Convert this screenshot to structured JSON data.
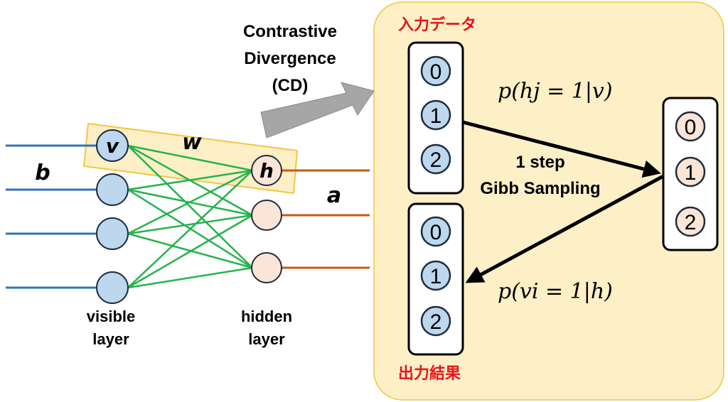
{
  "title": {
    "line1": "Contrastive",
    "line2": "Divergence",
    "line3": "(CD)"
  },
  "network": {
    "weight_label": "w",
    "visible_bias_label": "b",
    "hidden_bias_label": "a",
    "visible_node_label": "v",
    "hidden_node_label": "h",
    "visible_layer_label": [
      "visible",
      "layer"
    ],
    "hidden_layer_label": [
      "hidden",
      "layer"
    ]
  },
  "cd_panel": {
    "input_label": "入力データ",
    "output_label": "出力結果",
    "input_nodes": [
      "0",
      "1",
      "2"
    ],
    "hidden_nodes": [
      "0",
      "1",
      "2"
    ],
    "output_nodes": [
      "0",
      "1",
      "2"
    ],
    "gibbs_label": [
      "1 step",
      "Gibb Sampling"
    ],
    "prob_h_given_v": "p(hj = 1|v)",
    "prob_v_given_h": "p(vi = 1|h)"
  },
  "colors": {
    "panel_fill": "#fdefc6",
    "panel_stroke": "#f3c542",
    "visible_node": "#bdd7ee",
    "hidden_node": "#fbe5d6",
    "visible_line": "#2e75b6",
    "hidden_line": "#c55a11",
    "weight_edge": "#25b34c",
    "red_text": "#e8141b"
  }
}
